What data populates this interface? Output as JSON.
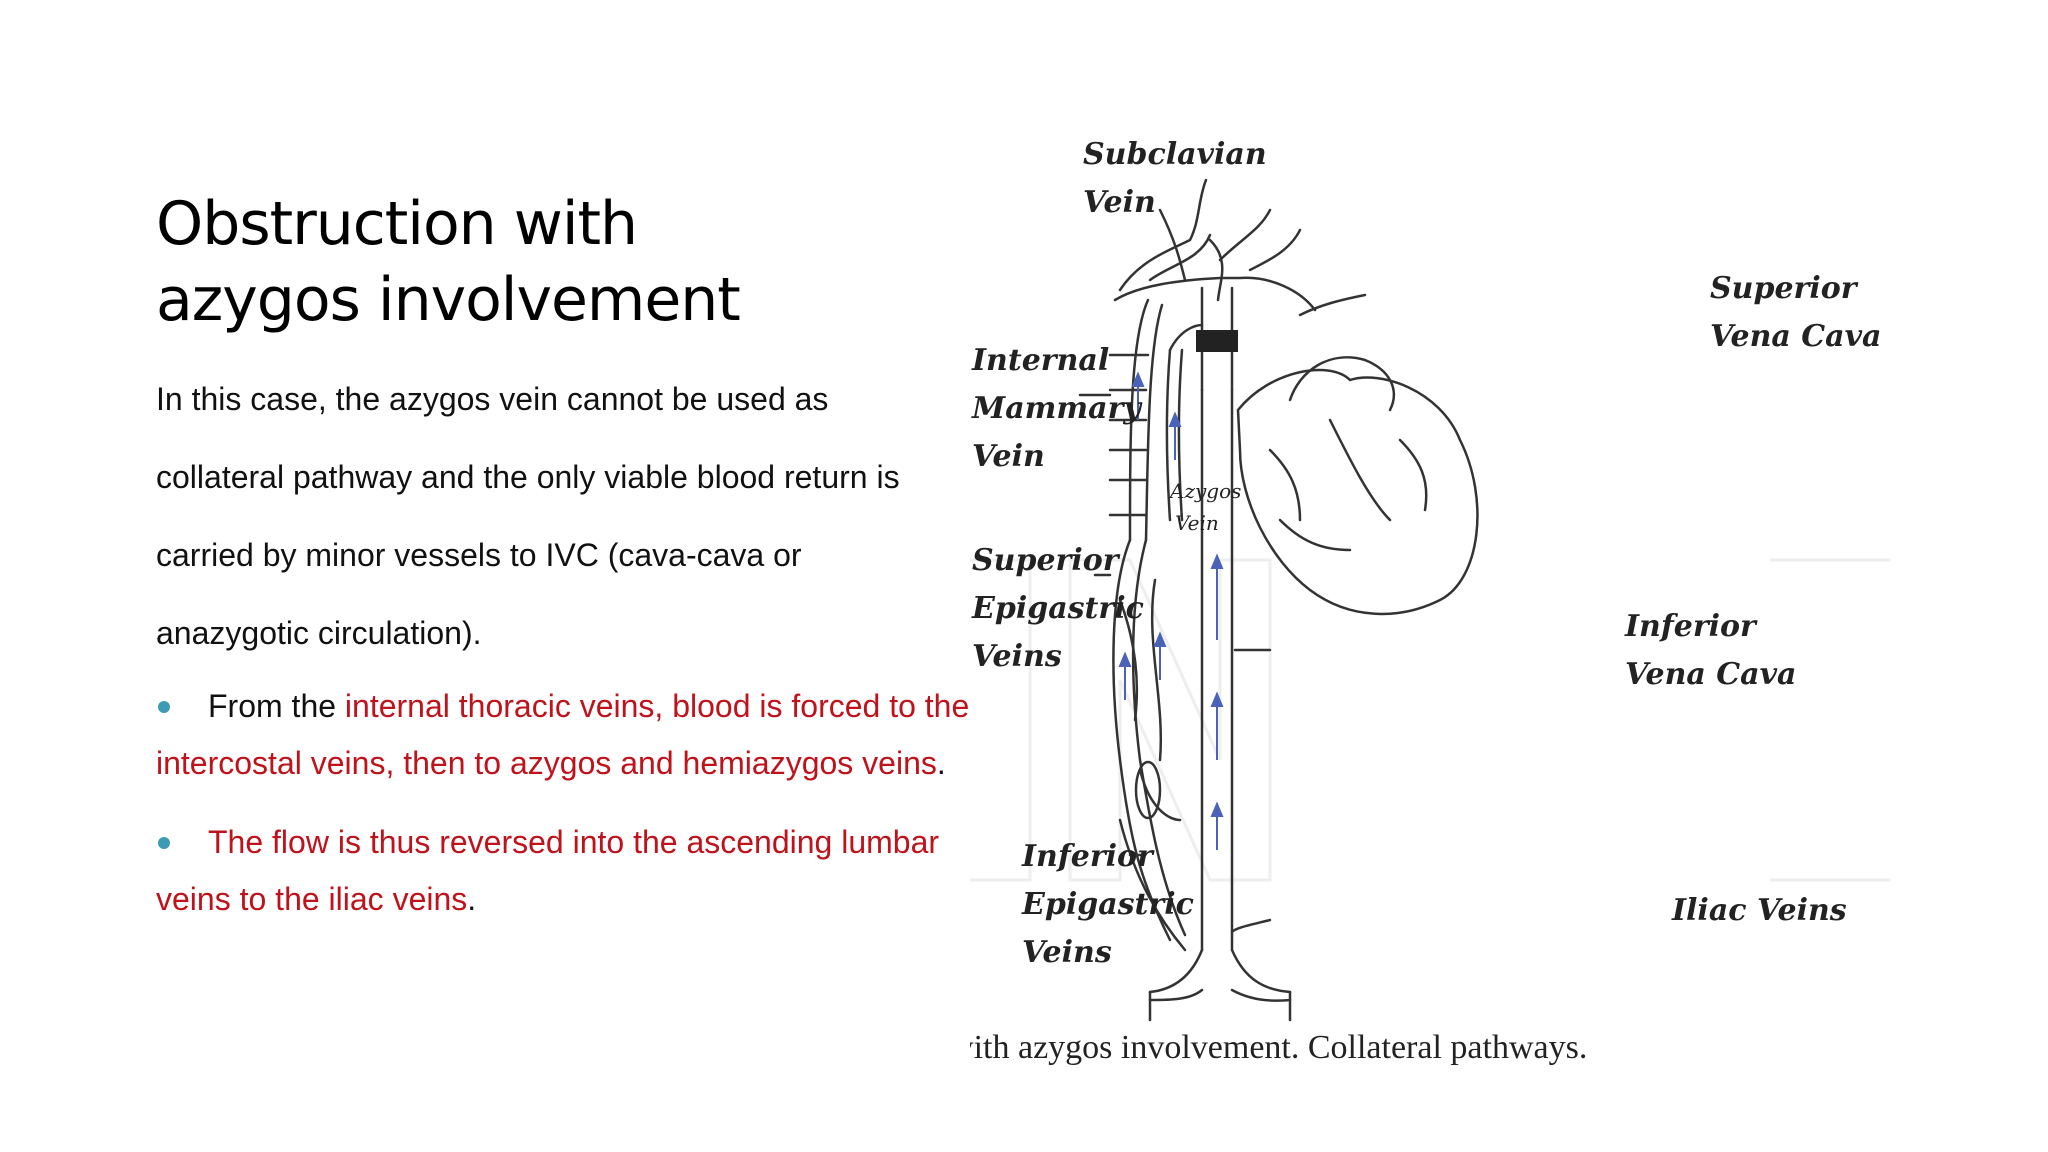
{
  "slide": {
    "title_lines": [
      "Obstruction with",
      "azygos involvement"
    ],
    "paragraph_lines": [
      "In this case, the azygos vein cannot be used as",
      "collateral pathway and the only viable blood return is",
      "carried by minor vessels to IVC (cava-cava or",
      "anazygotic circulation)."
    ],
    "bullets": [
      {
        "prefix": "From the ",
        "highlight": "internal thoracic veins, blood is forced to the intercostal veins, then to azygos and hemiazygos veins",
        "suffix": "."
      },
      {
        "prefix": "",
        "highlight": "The flow is thus reversed into the ascending lumbar veins to the iliac veins",
        "suffix": "."
      }
    ]
  },
  "figure": {
    "labels": {
      "subclavian_1": "Subclavian",
      "subclavian_2": "Vein",
      "superior_vc_1": "Superior",
      "superior_vc_2": "Vena Cava",
      "internal_mammary_1": "Internal",
      "internal_mammary_2": "Mammary",
      "internal_mammary_3": "Vein",
      "azygos_1": "Azygos",
      "azygos_2": "Vein",
      "sup_epigastric_1": "Superior",
      "sup_epigastric_2": "Epigastric",
      "sup_epigastric_3": "Veins",
      "inferior_vc_1": "Inferior",
      "inferior_vc_2": "Vena Cava",
      "inf_epigastric_1": "Inferior",
      "inf_epigastric_2": "Epigastric",
      "inf_epigastric_3": "Veins",
      "iliac": "Iliac Veins"
    },
    "caption": "Obstruction with azygos involvement. Collateral pathways.",
    "colors": {
      "vessel_line": "#333333",
      "flow_arrow": "#4a63b8",
      "obstruction": "#222222",
      "watermark": "#eeeeee"
    }
  }
}
